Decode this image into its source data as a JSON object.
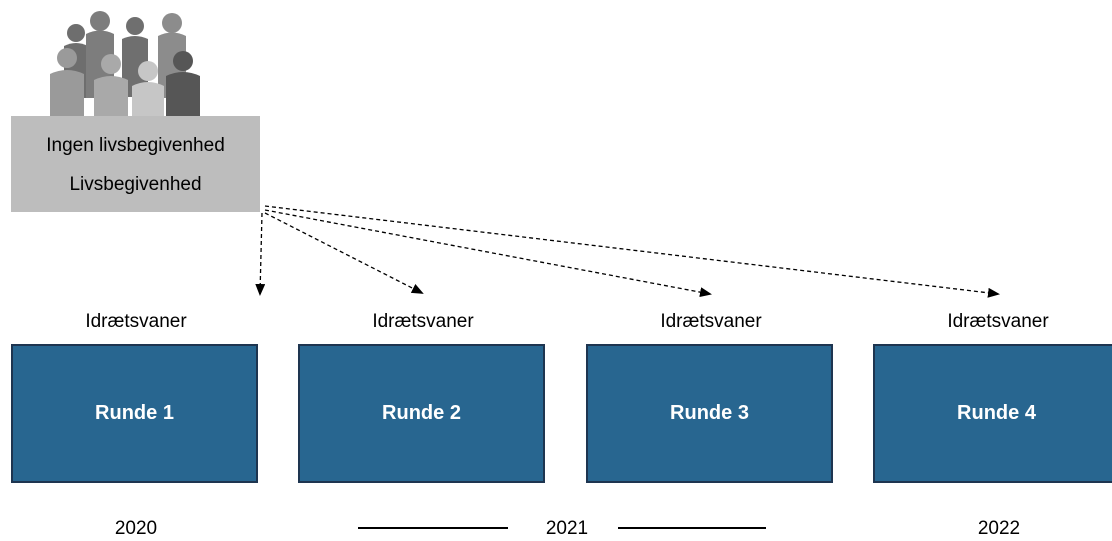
{
  "group": {
    "line_1": "Ingen livsbegivenhed",
    "line_2": "Livsbegivenhed",
    "icon": "people-group-icon"
  },
  "rounds": [
    {
      "habit_label": "Idrætsvaner",
      "label": "Runde 1"
    },
    {
      "habit_label": "Idrætsvaner",
      "label": "Runde 2"
    },
    {
      "habit_label": "Idrætsvaner",
      "label": "Runde 3"
    },
    {
      "habit_label": "Idrætsvaner",
      "label": "Runde 4"
    }
  ],
  "years": [
    "2020",
    "2021",
    "2022"
  ],
  "colors": {
    "round_fill": "#286690",
    "round_border": "#1e3550",
    "group_box": "#bdbdbd"
  }
}
